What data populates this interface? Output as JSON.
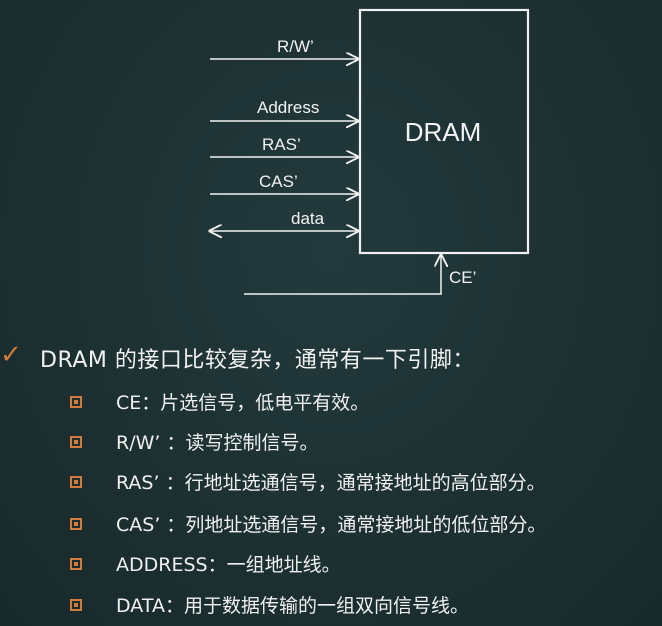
{
  "diagram": {
    "block_label": "DRAM",
    "signals": {
      "rw": "R/W’",
      "address": "Address",
      "ras": "RAS’",
      "cas": "CAS’",
      "data": "data",
      "ce": "CE’"
    }
  },
  "bullets": {
    "heading": "DRAM 的接口比较复杂，通常有一下引脚：",
    "items": [
      "CE：片选信号，低电平有效。",
      "R/W’ ：读写控制信号。",
      "RAS’ ：行地址选通信号，通常接地址的高位部分。",
      "CAS’ ：列地址选通信号，通常接地址的低位部分。",
      "ADDRESS：一组地址线。",
      "DATA：用于数据传输的一组双向信号线。"
    ]
  },
  "colors": {
    "background": "#1d3032",
    "accent": "#d47b3c",
    "line": "#f1f1f1"
  }
}
